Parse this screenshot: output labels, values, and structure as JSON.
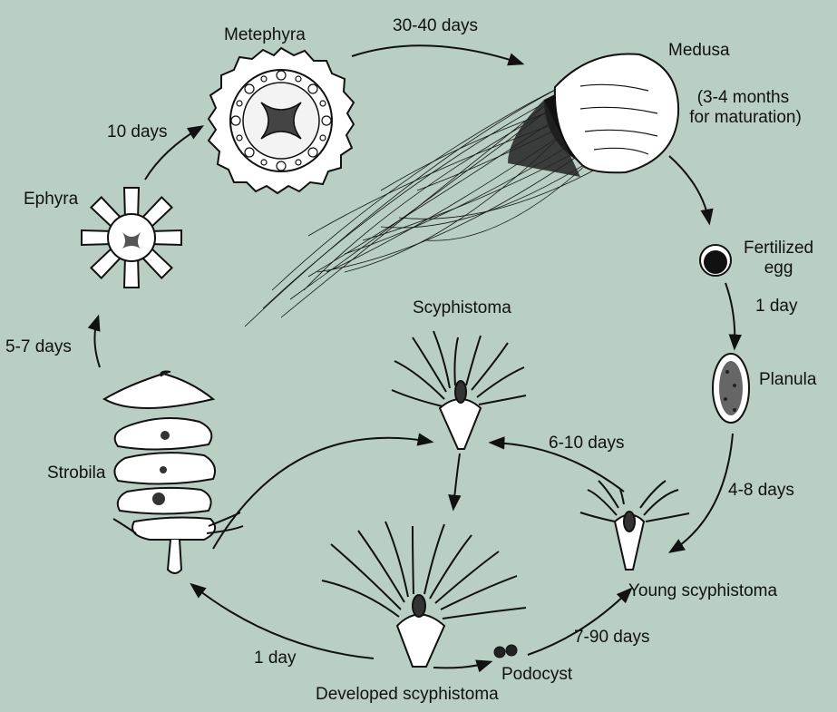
{
  "diagram": {
    "background_color": "#b9cfc4",
    "stages": {
      "metephyra": "Metephyra",
      "medusa": "Medusa",
      "medusa_note": "(3-4 months\n for maturation)",
      "fertilized_egg": "Fertilized\negg",
      "planula": "Planula",
      "young_scyphistoma": "Young scyphistoma",
      "podocyst": "Podocyst",
      "developed_scyphistoma": "Developed scyphistoma",
      "scyphistoma": "Scyphistoma",
      "strobila": "Strobila",
      "ephyra": "Ephyra"
    },
    "durations": {
      "metephyra_to_medusa": "30-40 days",
      "ephyra_to_metephyra": "10 days",
      "strobila_to_ephyra": "5-7 days",
      "egg_to_planula": "1 day",
      "planula_to_young": "4-8 days",
      "young_to_scyphistoma": "6-10 days",
      "podocyst_to_young": "7-90 days",
      "developed_to_strobila": "1 day"
    }
  }
}
